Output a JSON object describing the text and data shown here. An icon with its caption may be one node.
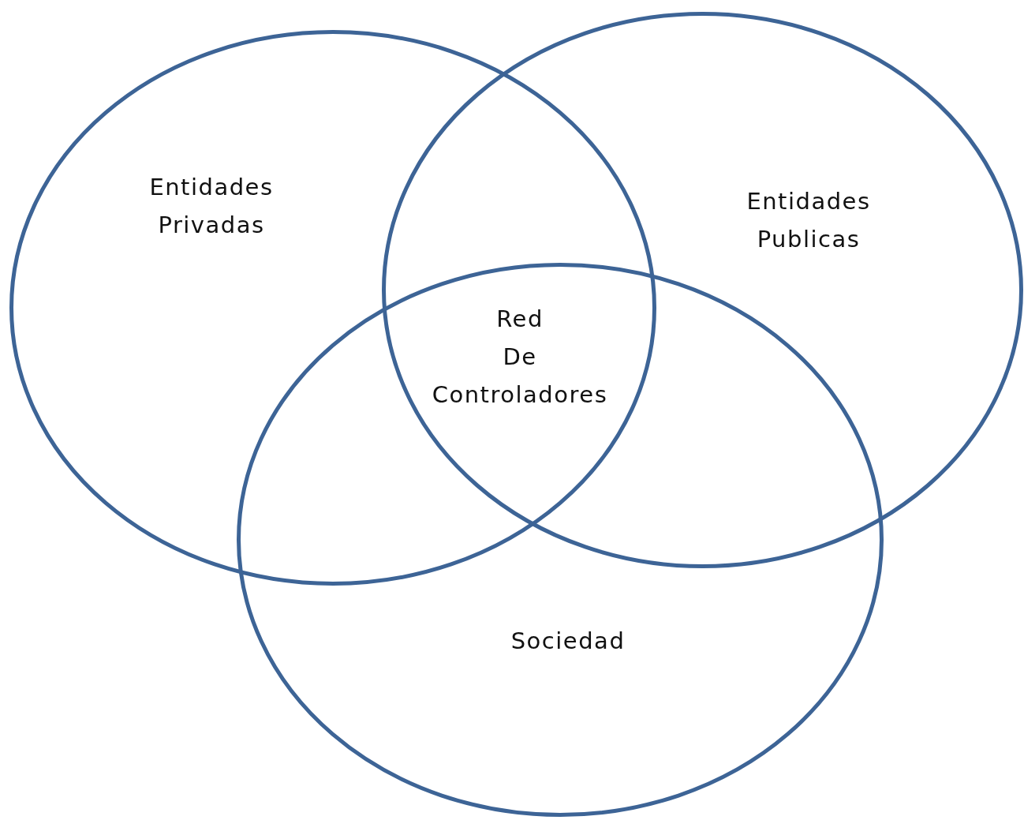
{
  "diagram": {
    "nodes": [
      {
        "text": [
          "Entidades Privadas"
        ]
      },
      {
        "text": [
          "Entidades Publicas"
        ]
      },
      {
        "text": [
          "Sociedad"
        ]
      }
    ],
    "edges": [],
    "labels": [
      "Red De Controladores"
    ]
  }
}
